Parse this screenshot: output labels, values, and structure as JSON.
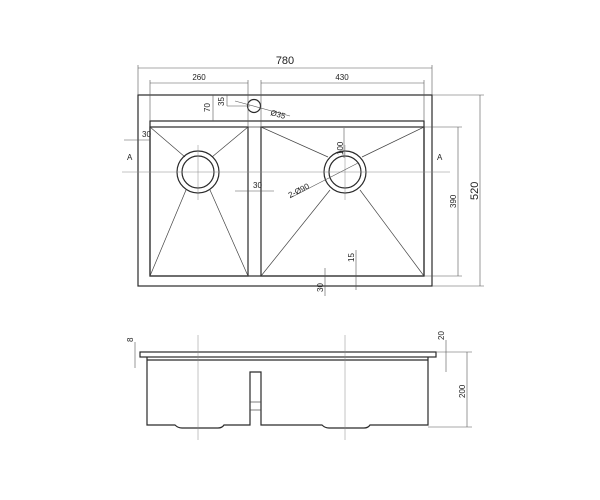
{
  "title": "Double bowl sink technical drawing",
  "top_view": {
    "overall_width": "780",
    "left_bowl_width": "260",
    "right_bowl_width": "430",
    "faucet_offset_1": "70",
    "faucet_offset_2": "35",
    "faucet_hole": "Ø35",
    "rim_side": "30",
    "divider": "30",
    "drain_label": "2-Ø90",
    "drain_offset": "100",
    "bowl_depth": "390",
    "overall_depth": "520",
    "bottom_gap": "15",
    "bottom_rim": "30",
    "section_left": "A",
    "section_right": "A"
  },
  "side_view": {
    "flange": "8",
    "rim": "20",
    "depth": "200"
  }
}
